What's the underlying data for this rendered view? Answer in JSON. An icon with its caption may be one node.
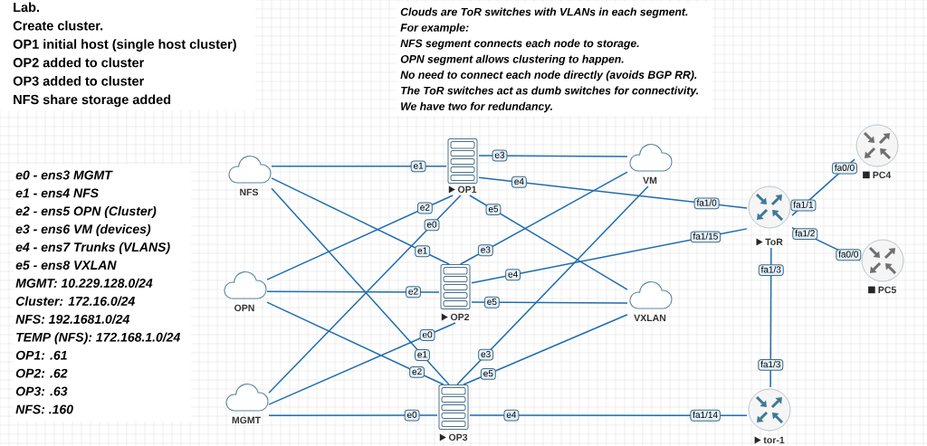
{
  "diagram": {
    "nodes": [
      {
        "text": [
          "NFS"
        ]
      },
      {
        "text": [
          "OP1"
        ]
      },
      {
        "text": [
          "VM"
        ]
      },
      {
        "text": [
          "PC4"
        ]
      },
      {
        "text": [
          "ToR"
        ]
      },
      {
        "text": [
          "OPN"
        ]
      },
      {
        "text": [
          "OP2"
        ]
      },
      {
        "text": [
          "VXLAN"
        ]
      },
      {
        "text": [
          "PC5"
        ]
      },
      {
        "text": [
          "MGMT"
        ]
      },
      {
        "text": [
          "OP3"
        ]
      },
      {
        "text": [
          "tor-1"
        ]
      }
    ],
    "edges": [
      {
        "from": 0,
        "to": 1,
        "arrow": "none",
        "label": "e1"
      },
      {
        "from": 0,
        "to": 6,
        "arrow": "none",
        "label": "e1"
      },
      {
        "from": 0,
        "to": 10,
        "arrow": "none",
        "label": "e1"
      },
      {
        "from": 5,
        "to": 1,
        "arrow": "none",
        "label": "e2"
      },
      {
        "from": 5,
        "to": 6,
        "arrow": "none",
        "label": "e2"
      },
      {
        "from": 5,
        "to": 10,
        "arrow": "none",
        "label": "e2"
      },
      {
        "from": 9,
        "to": 1,
        "arrow": "none",
        "label": "e0"
      },
      {
        "from": 9,
        "to": 6,
        "arrow": "none",
        "label": "e0"
      },
      {
        "from": 9,
        "to": 10,
        "arrow": "none",
        "label": "e0"
      },
      {
        "from": 1,
        "to": 2,
        "arrow": "none",
        "label": "e3"
      },
      {
        "from": 6,
        "to": 2,
        "arrow": "none",
        "label": "e3"
      },
      {
        "from": 10,
        "to": 2,
        "arrow": "none",
        "label": "e3"
      },
      {
        "from": 1,
        "to": 7,
        "arrow": "none",
        "label": "e5"
      },
      {
        "from": 6,
        "to": 7,
        "arrow": "none",
        "label": "e5"
      },
      {
        "from": 10,
        "to": 7,
        "arrow": "none",
        "label": "e5"
      },
      {
        "from": 1,
        "to": 4,
        "arrow": "none",
        "label": [
          "e4",
          "fa1/0"
        ]
      },
      {
        "from": 6,
        "to": 4,
        "arrow": "none",
        "label": [
          "e4",
          "fa1/15"
        ]
      },
      {
        "from": 10,
        "to": 11,
        "arrow": "none",
        "label": [
          "e4",
          "fa1/14"
        ]
      },
      {
        "from": 4,
        "to": 11,
        "arrow": "none",
        "label": [
          "fa1/3",
          "fa1/3"
        ]
      },
      {
        "from": 4,
        "to": 3,
        "arrow": "none",
        "label": [
          "fa1/1",
          "fa0/0"
        ]
      },
      {
        "from": 4,
        "to": 8,
        "arrow": "none",
        "label": [
          "fa1/2",
          "fa0/0"
        ]
      }
    ],
    "labels": [
      "Lab.",
      "Create cluster.",
      "OP1 initial host (single host cluster)",
      "OP2 added to cluster",
      "OP3 added to cluster",
      "NFS share storage added",
      "Clouds are ToR switches with VLANs in each segment.",
      "For example:",
      "NFS segment connects each node to storage.",
      "OPN segment allows clustering to happen.",
      "No need to connect each node directly (avoids BGP RR).",
      "The ToR switches act as dumb switches for connectivity.",
      "We have two for redundancy.",
      "e0 - ens3 MGMT",
      "e1 - ens4 NFS",
      "e2 - ens5 OPN (Cluster)",
      "e3 - ens6 VM (devices)",
      "e4 - ens7 Trunks (VLANS)",
      "e5 - ens8 VXLAN",
      "MGMT: 10.229.128.0/24",
      "Cluster: 172.16.0/24",
      "NFS: 192.1681.0/24",
      "TEMP (NFS): 172.168.1.0/24",
      "OP1: .61",
      "OP2: .62",
      "OP3: .63",
      "NFS: .160"
    ]
  }
}
